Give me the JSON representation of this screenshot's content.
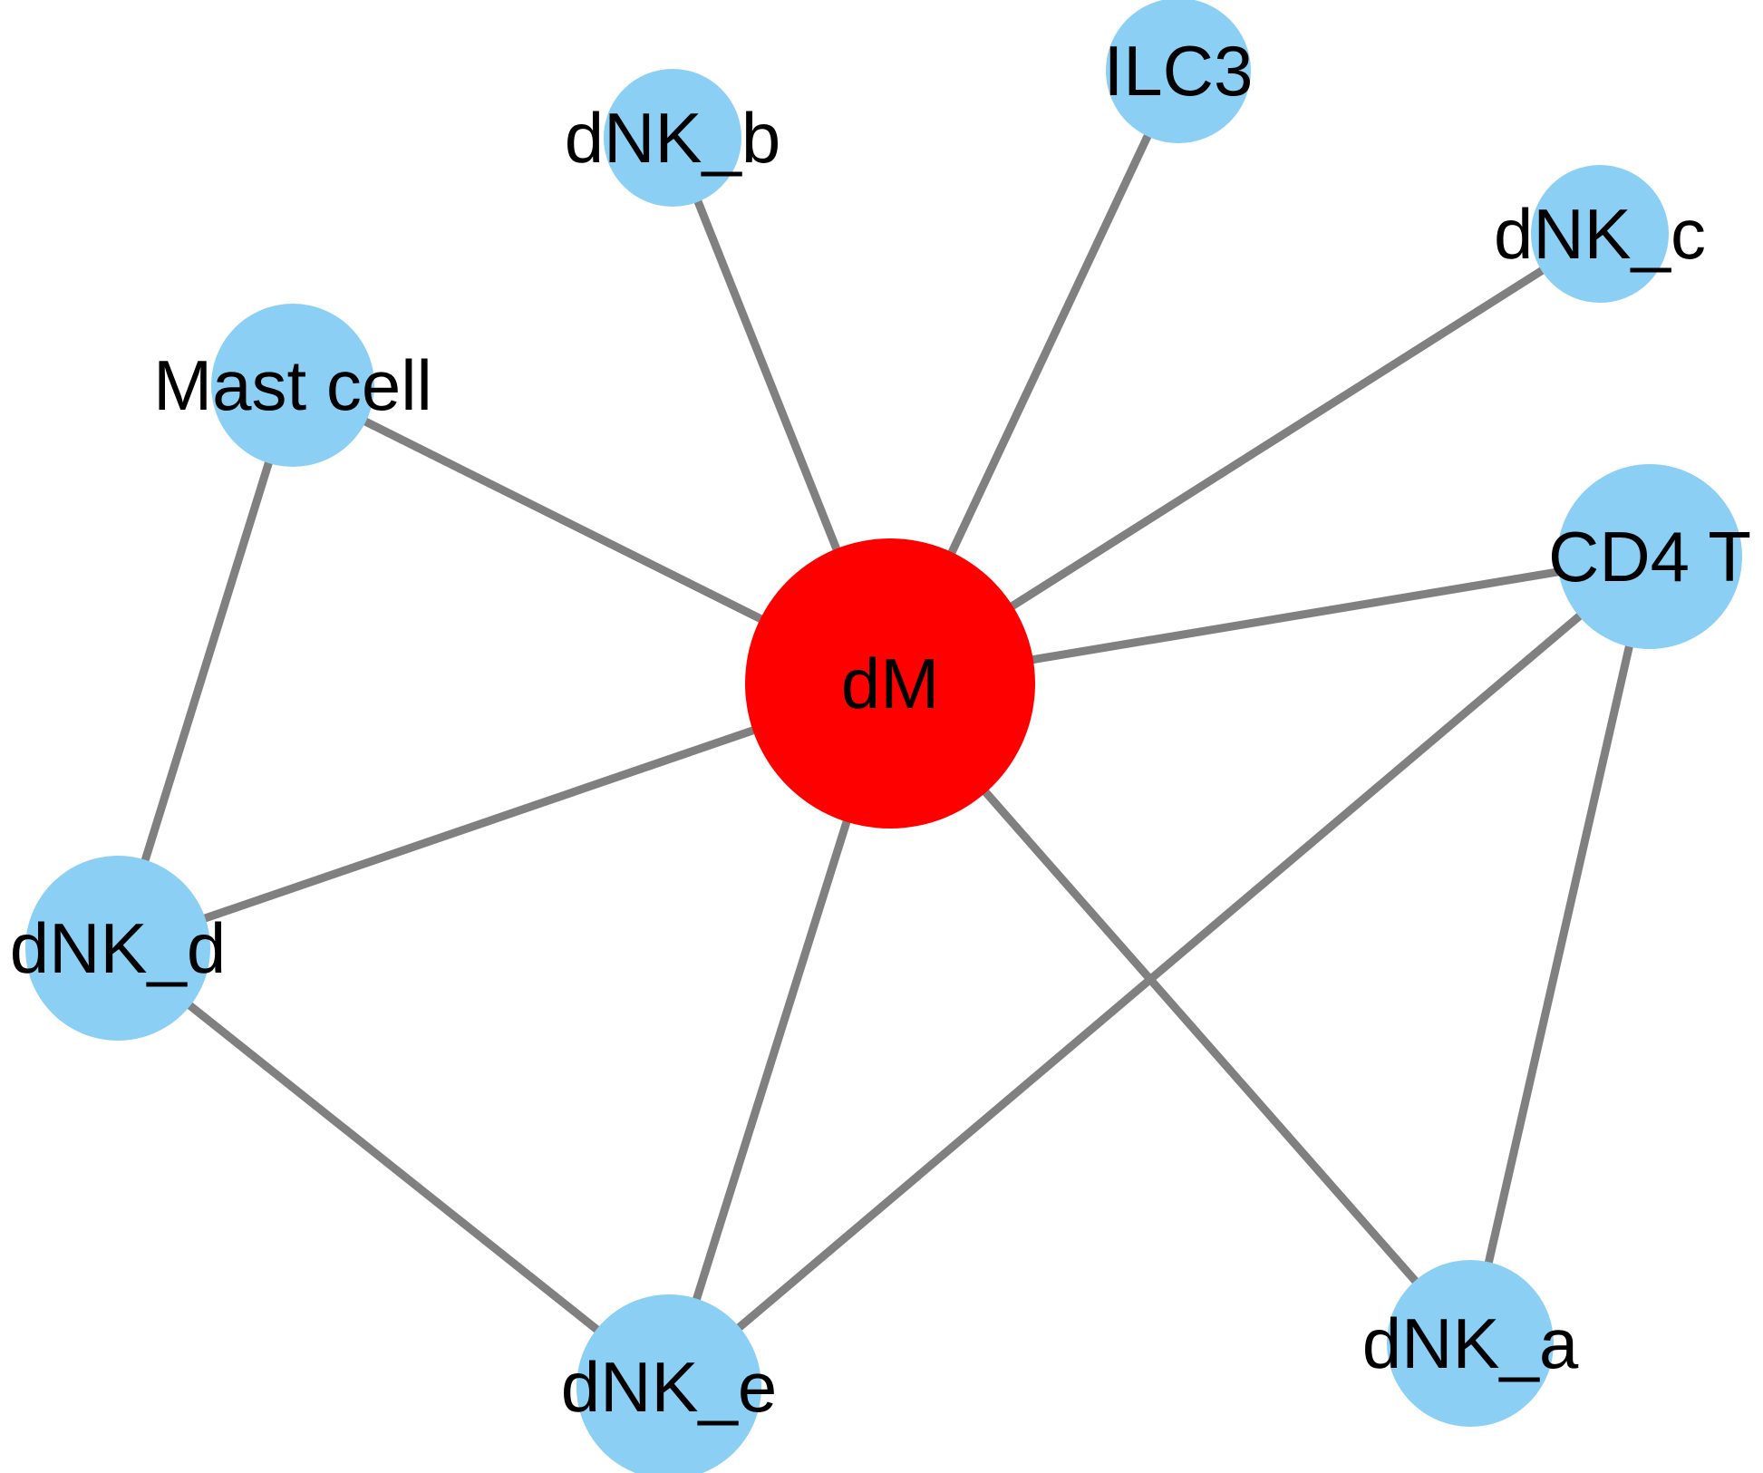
{
  "colors": {
    "hub_node": "#ff0000",
    "peripheral_node": "#8ccff5",
    "edge": "#808080",
    "label": "#000000"
  },
  "nodes": [
    {
      "id": "dM",
      "label": "dM",
      "kind": "hub"
    },
    {
      "id": "dNK_b",
      "label": "dNK_b",
      "kind": "peripheral"
    },
    {
      "id": "ILC3",
      "label": "ILC3",
      "kind": "peripheral"
    },
    {
      "id": "dNK_c",
      "label": "dNK_c",
      "kind": "peripheral"
    },
    {
      "id": "Mast_cell",
      "label": "Mast cell",
      "kind": "peripheral"
    },
    {
      "id": "CD4_T",
      "label": "CD4 T",
      "kind": "peripheral"
    },
    {
      "id": "dNK_d",
      "label": "dNK_d",
      "kind": "peripheral"
    },
    {
      "id": "dNK_e",
      "label": "dNK_e",
      "kind": "peripheral"
    },
    {
      "id": "dNK_a",
      "label": "dNK_a",
      "kind": "peripheral"
    }
  ],
  "edges": [
    [
      "dM",
      "dNK_b"
    ],
    [
      "dM",
      "ILC3"
    ],
    [
      "dM",
      "dNK_c"
    ],
    [
      "dM",
      "Mast_cell"
    ],
    [
      "dM",
      "CD4_T"
    ],
    [
      "dM",
      "dNK_d"
    ],
    [
      "dM",
      "dNK_e"
    ],
    [
      "dM",
      "dNK_a"
    ],
    [
      "Mast_cell",
      "dNK_d"
    ],
    [
      "dNK_d",
      "dNK_e"
    ],
    [
      "CD4_T",
      "dNK_e"
    ],
    [
      "CD4_T",
      "dNK_a"
    ]
  ]
}
